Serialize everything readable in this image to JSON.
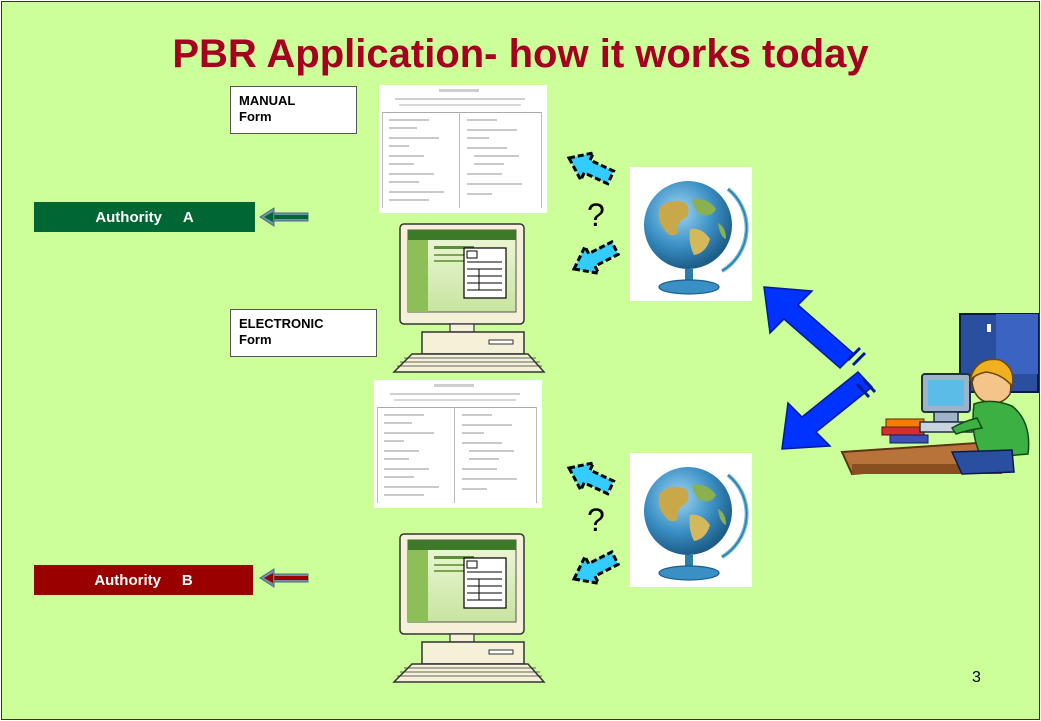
{
  "slide": {
    "title": "PBR Application- how it works today",
    "page_number": "3"
  },
  "labels": {
    "manual_form": [
      "MANUAL",
      "Form"
    ],
    "electronic_form": [
      "ELECTRONIC",
      "Form"
    ]
  },
  "authorities": {
    "a": {
      "name": "Authority",
      "letter": "A",
      "color": "#006633"
    },
    "b": {
      "name": "Authority",
      "letter": "B",
      "color": "#990000"
    }
  },
  "question_mark": "?",
  "colors": {
    "background": "#ccff99",
    "title": "#a50021",
    "light_arrow": "#33ccff",
    "dark_arrow": "#0033ff"
  }
}
